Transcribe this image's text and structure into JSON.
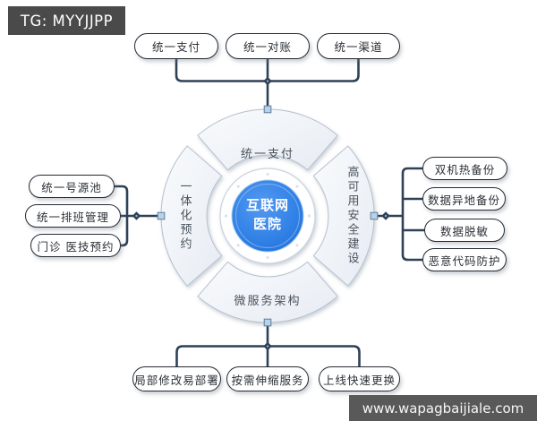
{
  "overlays": {
    "tg_label": "TG: MYYJJPP",
    "watermark": "www.wapagbaijiale.com"
  },
  "hub": {
    "line1": "互联网",
    "line2": "医院"
  },
  "ring": {
    "top": "统一支付",
    "right": "高可用安全建设",
    "bottom": "微服务架构",
    "left": "一体化预约"
  },
  "branches": {
    "top": [
      "统一支付",
      "统一对账",
      "统一渠道"
    ],
    "right": [
      "双机热备份",
      "数据异地备份",
      "数据脱敏",
      "恶意代码防护"
    ],
    "bottom": [
      "局部修改易部署",
      "按需伸缩服务",
      "上线快速更换"
    ],
    "left": [
      "统一号源池",
      "统一排班管理",
      "门诊 医技预约"
    ]
  },
  "colors": {
    "hub_blue": "#2f7ce4",
    "connector": "#2e4156",
    "node_fill": "#b7d3ec",
    "segment_fill": "#eef2f7",
    "badge_bg": "#4a4a4a"
  }
}
